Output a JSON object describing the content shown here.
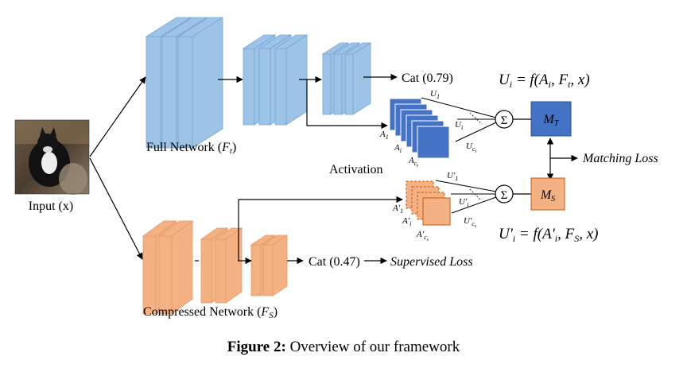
{
  "input": {
    "label": "Input (x)"
  },
  "full_network": {
    "label": "Full Network (F_t)",
    "output": "Cat (0.79)",
    "color": "#9dc3e6",
    "color_dark": "#4472c4"
  },
  "compressed_network": {
    "label": "Compressed Network (F_s)",
    "output": "Cat (0.47)",
    "color": "#f4b183",
    "color_dark": "#ed7d31"
  },
  "activation_label": "Activation",
  "teacher": {
    "maps": [
      "A_1",
      "A_i",
      "A_{c_t}"
    ],
    "weights": [
      "U_1",
      "U_i",
      "U_{c_t}"
    ],
    "sum": "Σ",
    "module": "M_T",
    "equation": "U_i = f(A_i, F_t, x)"
  },
  "student": {
    "maps": [
      "A'_1",
      "A'_i",
      "A'_{c_s}"
    ],
    "weights": [
      "U'_1",
      "U'_i",
      "U'_{c_s}"
    ],
    "sum": "Σ",
    "module": "M_S",
    "equation": "U'_i = f(A'_i, F_S, x)"
  },
  "losses": {
    "matching": "Matching Loss",
    "supervised": "Supervised Loss"
  },
  "caption": {
    "prefix": "Figure 2:",
    "text": "Overview of our framework"
  }
}
